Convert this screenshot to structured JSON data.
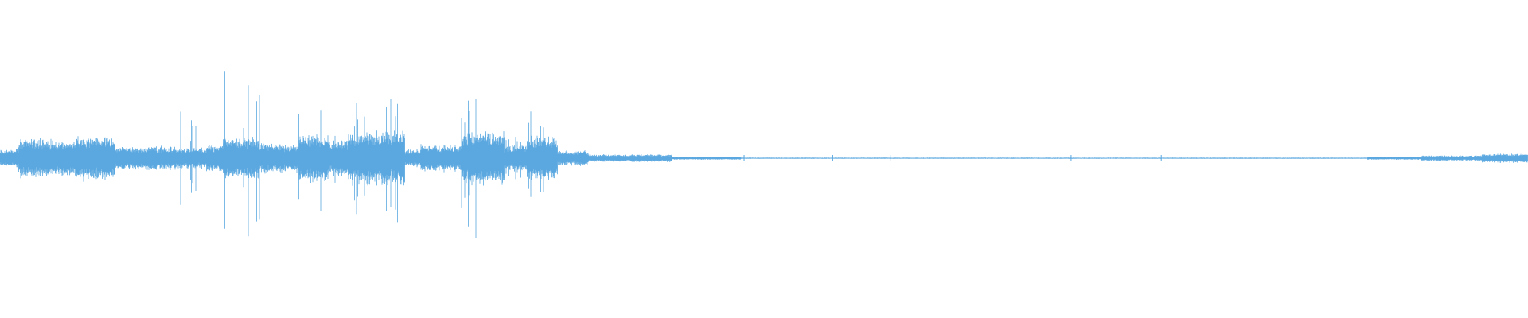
{
  "waveform": {
    "color": "#5ba8e0",
    "background": "#ffffff",
    "segments": [
      {
        "from": 0.0,
        "to": 0.012,
        "amp": 0.06,
        "spike": 0.0
      },
      {
        "from": 0.012,
        "to": 0.05,
        "amp": 0.13,
        "spike": 0.02
      },
      {
        "from": 0.05,
        "to": 0.075,
        "amp": 0.15,
        "spike": 0.02
      },
      {
        "from": 0.075,
        "to": 0.115,
        "amp": 0.08,
        "spike": 0.01
      },
      {
        "from": 0.115,
        "to": 0.135,
        "amp": 0.07,
        "spike": 0.35
      },
      {
        "from": 0.135,
        "to": 0.146,
        "amp": 0.09,
        "spike": 0.1
      },
      {
        "from": 0.146,
        "to": 0.17,
        "amp": 0.14,
        "spike": 0.62
      },
      {
        "from": 0.17,
        "to": 0.195,
        "amp": 0.1,
        "spike": 0.22
      },
      {
        "from": 0.195,
        "to": 0.215,
        "amp": 0.16,
        "spike": 0.38
      },
      {
        "from": 0.215,
        "to": 0.228,
        "amp": 0.12,
        "spike": 0.2
      },
      {
        "from": 0.228,
        "to": 0.265,
        "amp": 0.18,
        "spike": 0.45
      },
      {
        "from": 0.265,
        "to": 0.275,
        "amp": 0.06,
        "spike": 0.05
      },
      {
        "from": 0.275,
        "to": 0.302,
        "amp": 0.09,
        "spike": 0.12
      },
      {
        "from": 0.302,
        "to": 0.33,
        "amp": 0.18,
        "spike": 0.55
      },
      {
        "from": 0.33,
        "to": 0.345,
        "amp": 0.09,
        "spike": 0.15
      },
      {
        "from": 0.345,
        "to": 0.365,
        "amp": 0.15,
        "spike": 0.42
      },
      {
        "from": 0.365,
        "to": 0.385,
        "amp": 0.05,
        "spike": 0.0
      },
      {
        "from": 0.385,
        "to": 0.44,
        "amp": 0.025,
        "spike": 0.0
      },
      {
        "from": 0.44,
        "to": 0.485,
        "amp": 0.01,
        "spike": 0.0
      },
      {
        "from": 0.485,
        "to": 0.895,
        "amp": 0.004,
        "spike": 0.0
      },
      {
        "from": 0.895,
        "to": 0.93,
        "amp": 0.01,
        "spike": 0.0
      },
      {
        "from": 0.93,
        "to": 0.97,
        "amp": 0.018,
        "spike": 0.0
      },
      {
        "from": 0.97,
        "to": 1.0,
        "amp": 0.03,
        "spike": 0.0
      }
    ],
    "blips": [
      0.487,
      0.545,
      0.583,
      0.701,
      0.76
    ]
  }
}
